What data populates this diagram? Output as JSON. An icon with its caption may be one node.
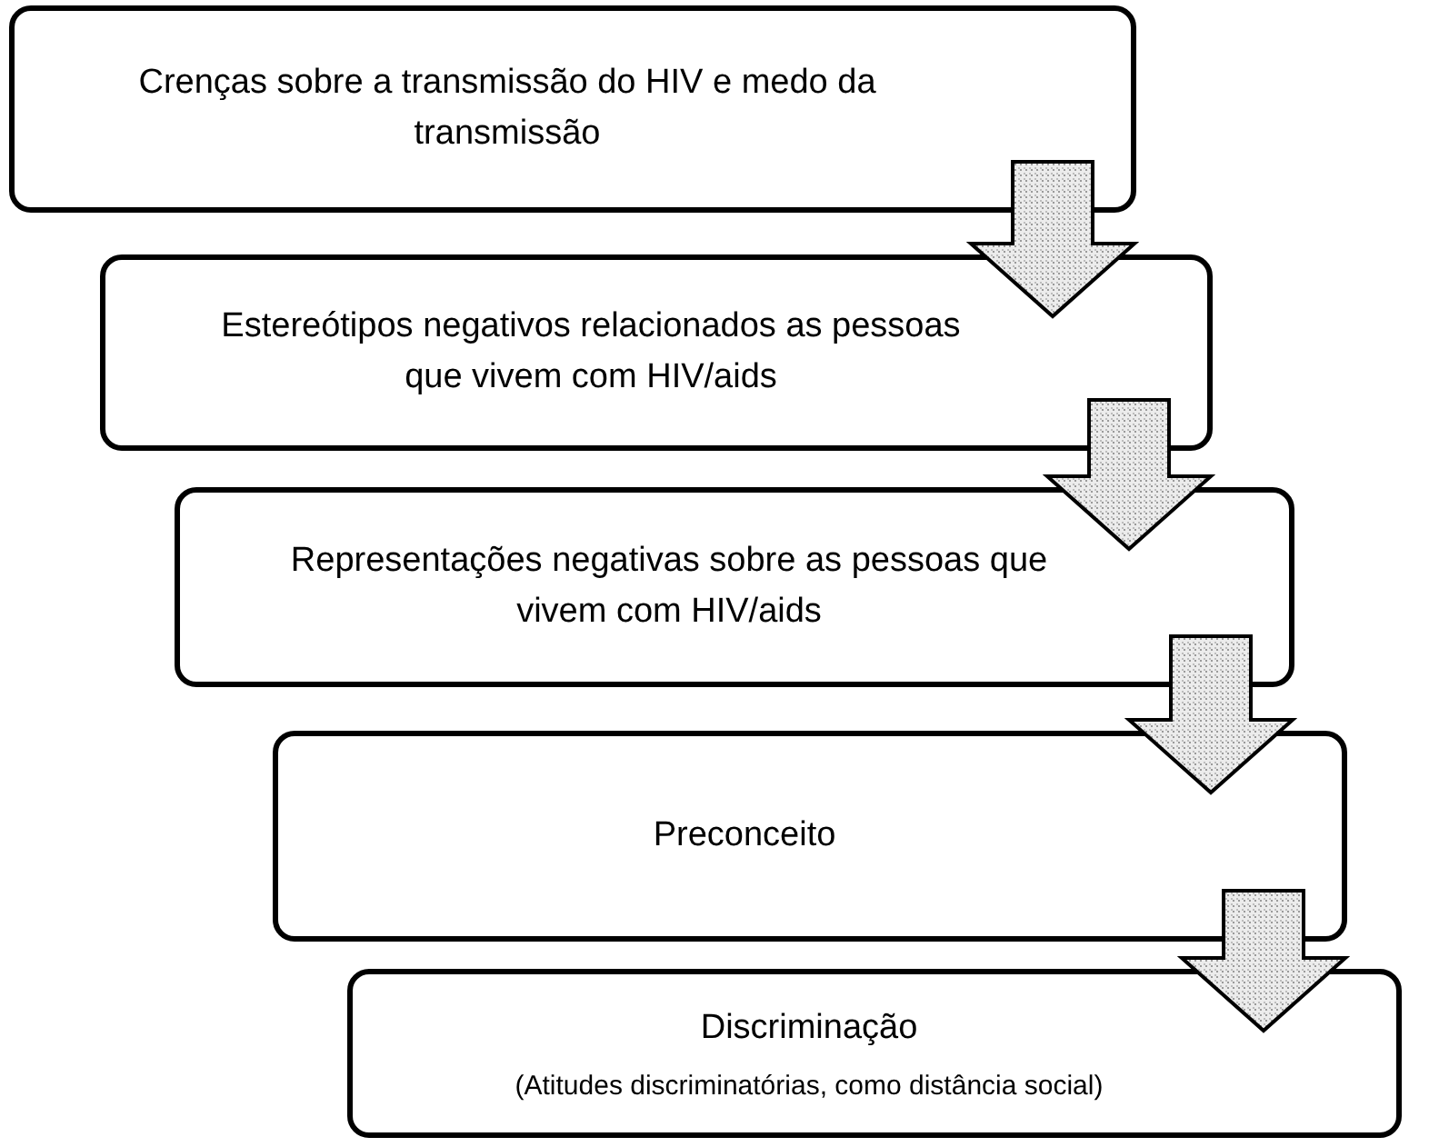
{
  "diagram": {
    "nodes": [
      {
        "text": [
          "Crenças sobre a transmissão do HIV e medo da transmissão"
        ]
      },
      {
        "text": [
          "Estereótipos negativos relacionados as pessoas que vivem com HIV/aids"
        ]
      },
      {
        "text": [
          "Representações negativas sobre as pessoas que vivem com HIV/aids"
        ]
      },
      {
        "text": [
          "Preconceito"
        ]
      },
      {
        "text": [
          "Discriminação",
          "(Atitudes discriminatórias, como distância social)"
        ]
      }
    ],
    "edges": [
      {
        "from": 0,
        "to": 1,
        "arrow": "to"
      },
      {
        "from": 1,
        "to": 2,
        "arrow": "to"
      },
      {
        "from": 2,
        "to": 3,
        "arrow": "to"
      },
      {
        "from": 3,
        "to": 4,
        "arrow": "to"
      }
    ]
  }
}
